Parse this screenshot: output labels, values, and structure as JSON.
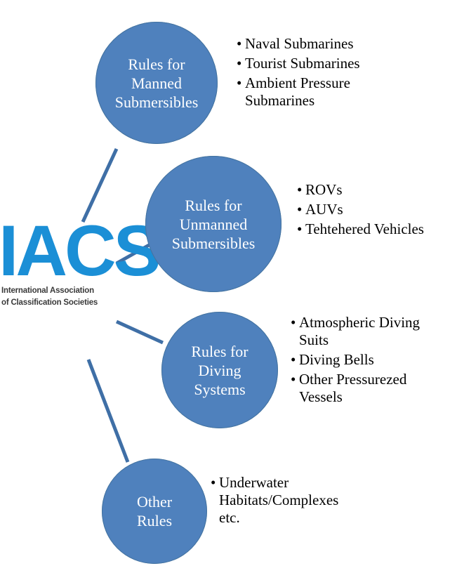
{
  "logo": {
    "mark": "IACS",
    "line1": "International Association",
    "line2": "of Classification Societies"
  },
  "nodes": [
    {
      "title_lines": [
        "Rules for",
        "Manned",
        "Submersibles"
      ],
      "items": [
        "Naval Submarines",
        "Tourist Submarines",
        "Ambient Pressure Submarines"
      ]
    },
    {
      "title_lines": [
        "Rules for",
        "Unmanned",
        "Submersibles"
      ],
      "items": [
        "ROVs",
        "AUVs",
        "Tehtehered Vehicles"
      ]
    },
    {
      "title_lines": [
        "Rules for",
        "Diving",
        "Systems"
      ],
      "items": [
        "Atmospheric Diving Suits",
        "Diving Bells",
        "Other Pressurezed Vessels"
      ]
    },
    {
      "title_lines": [
        "Other",
        "Rules"
      ],
      "items": [
        "Underwater Habitats/Complexes etc."
      ]
    }
  ],
  "colors": {
    "circle_fill": "#4f81bd",
    "connector": "#3f6fa6",
    "logo_blue": "#1b8fd6"
  }
}
